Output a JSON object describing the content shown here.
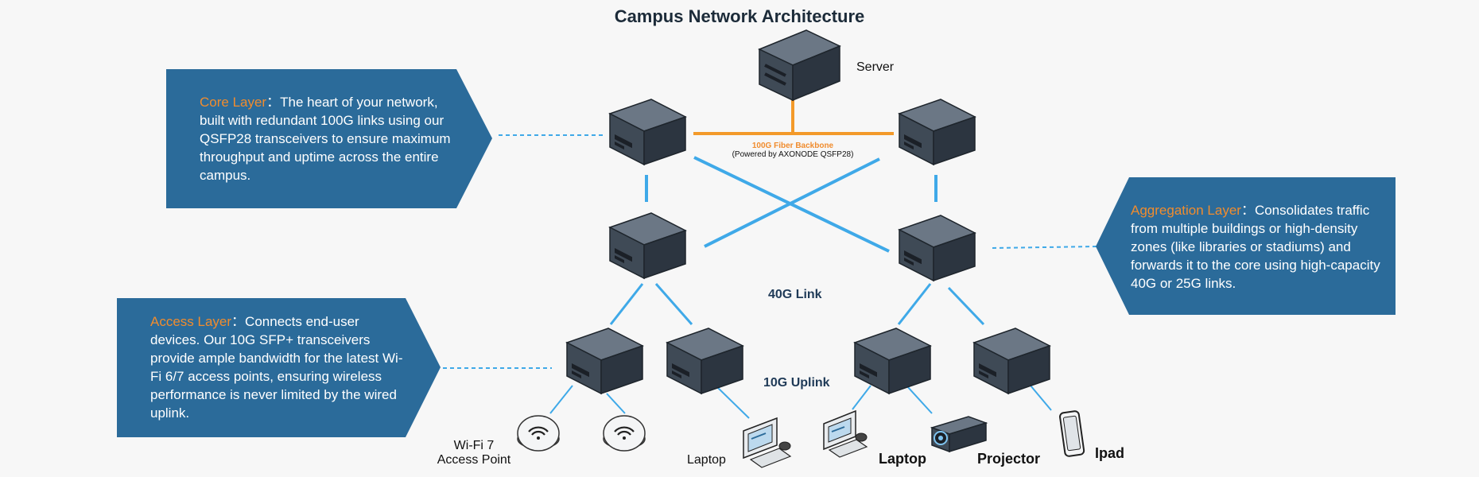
{
  "title": "Campus Network Architecture",
  "colors": {
    "callout": "#2b6b9a",
    "highlight": "#f08c2e",
    "link": "#3fa9e8",
    "backbone": "#f39a2a",
    "device": "#3f4a56"
  },
  "callouts": {
    "core": {
      "heading": "Core Layer",
      "sep": "：",
      "body": "The heart of your network, built with redundant 100G links using our QSFP28 transceivers to ensure maximum throughput and uptime across the entire campus."
    },
    "aggregation": {
      "heading": "Aggregation Layer",
      "sep": "：",
      "body": "Consolidates traffic from multiple buildings or high-density zones (like libraries or stadiums) and forwards it to the core using high-capacity 40G or 25G links."
    },
    "access": {
      "heading": "Access Layer",
      "sep": "：",
      "body": "Connects end-user devices. Our 10G SFP+ transceivers provide ample bandwidth for the latest Wi-Fi 6/7 access points, ensuring wireless performance is never limited by the wired uplink."
    }
  },
  "labels": {
    "server": "Server",
    "backbone_line1": "100G Fiber Backbone",
    "backbone_line2": "(Powered by AXONODE QSFP28)",
    "link40": "40G Link",
    "uplink10": "10G Uplink",
    "wifi_line1": "Wi-Fi 7",
    "wifi_line2": "Access Point",
    "laptop1": "Laptop",
    "laptop2": "Laptop",
    "projector": "Projector",
    "ipad": "Ipad"
  }
}
